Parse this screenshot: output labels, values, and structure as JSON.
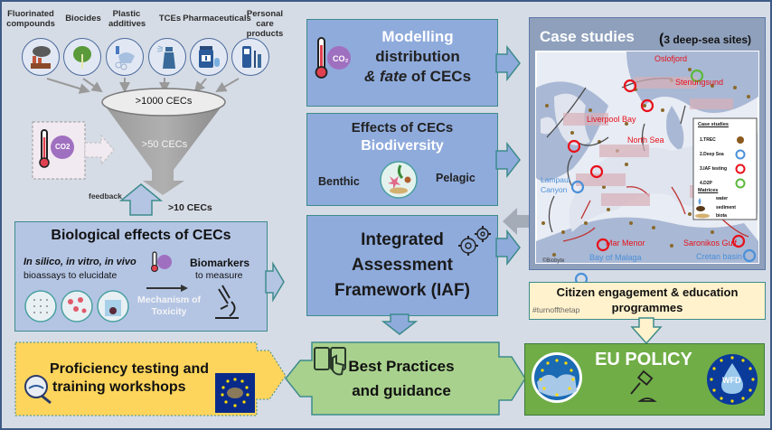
{
  "sources": [
    {
      "label": "Fluorinated compounds",
      "icon": "factory-smoke-icon"
    },
    {
      "label": "Biocides",
      "icon": "leaf-icon"
    },
    {
      "label": "Plastic additives",
      "icon": "plastic-bag-icon"
    },
    {
      "label": "TCEs",
      "icon": "spray-bottle-icon"
    },
    {
      "label": "Pharmaceuticals",
      "icon": "pill-bottle-icon"
    },
    {
      "label": "Personal care products",
      "icon": "cosmetics-icon"
    }
  ],
  "funnel": {
    "top": ">1000 CECs",
    "middle": ">50 CECs",
    "bottom": ">10 CECs",
    "feedback": "feedback",
    "co2_label": "CO2"
  },
  "biological": {
    "title": "Biological effects of CECs",
    "methods": "In silico, in vitro, in vivo",
    "bioassays": "bioassays to elucidate",
    "biomarkers": "Biomarkers",
    "to_measure": "to measure",
    "mechanism_line1": "Mechanism of",
    "mechanism_line2": "Toxicity"
  },
  "proficiency": {
    "line1": "Proficiency testing and",
    "line2": "training workshops"
  },
  "modelling": {
    "line1": "Modelling",
    "line2": "distribution",
    "line3_italic": "& fate",
    "line3_rest": " of CECs"
  },
  "effects": {
    "line1": "Effects of CECs",
    "line2": "Biodiversity",
    "left": "Benthic",
    "right": "Pelagic"
  },
  "iaf": {
    "line1": "Integrated",
    "line2": "Assessment",
    "line3": "Framework (IAF)"
  },
  "best_practices": {
    "line1": "Best Practices",
    "line2": "and guidance"
  },
  "case_studies": {
    "title": "Case studies",
    "subtitle_paren": "(",
    "subtitle": "3 deep-sea sites)",
    "sites": [
      {
        "name": "Oslofjord",
        "type": "IAF testing"
      },
      {
        "name": "Stenungsund",
        "type": "IAF testing"
      },
      {
        "name": "Liverpool Bay",
        "type": "IAF testing"
      },
      {
        "name": "North Sea",
        "type": "IAF testing"
      },
      {
        "name": "Lampaul Canyon",
        "type": "Deep Sea"
      },
      {
        "name": "Mar Menor",
        "type": "IAF testing"
      },
      {
        "name": "Bay of Malaga",
        "type": "Deep Sea"
      },
      {
        "name": "Saronikos Gulf",
        "type": "IAF testing"
      },
      {
        "name": "Cretan basin",
        "type": "Deep Sea"
      }
    ],
    "legend": {
      "title": "Case studies",
      "items": [
        "1.TREC",
        "2.Deep Sea",
        "3.IAF testing",
        "4.D2P"
      ],
      "matrices_title": "Matrices",
      "matrices": [
        "water",
        "sediment",
        "biota"
      ]
    },
    "credit": "©Biobyte",
    "colors": {
      "trec": "#8a5a1e",
      "deep_sea": "#4a90d9",
      "iaf": "#e8101a",
      "d2p": "#5cb83c"
    }
  },
  "citizen": {
    "line1": "Citizen engagement & education",
    "line2": "programmes",
    "hashtag": "#turnoffthetap"
  },
  "policy": {
    "title": "EU POLICY",
    "wfd": "WFD"
  }
}
